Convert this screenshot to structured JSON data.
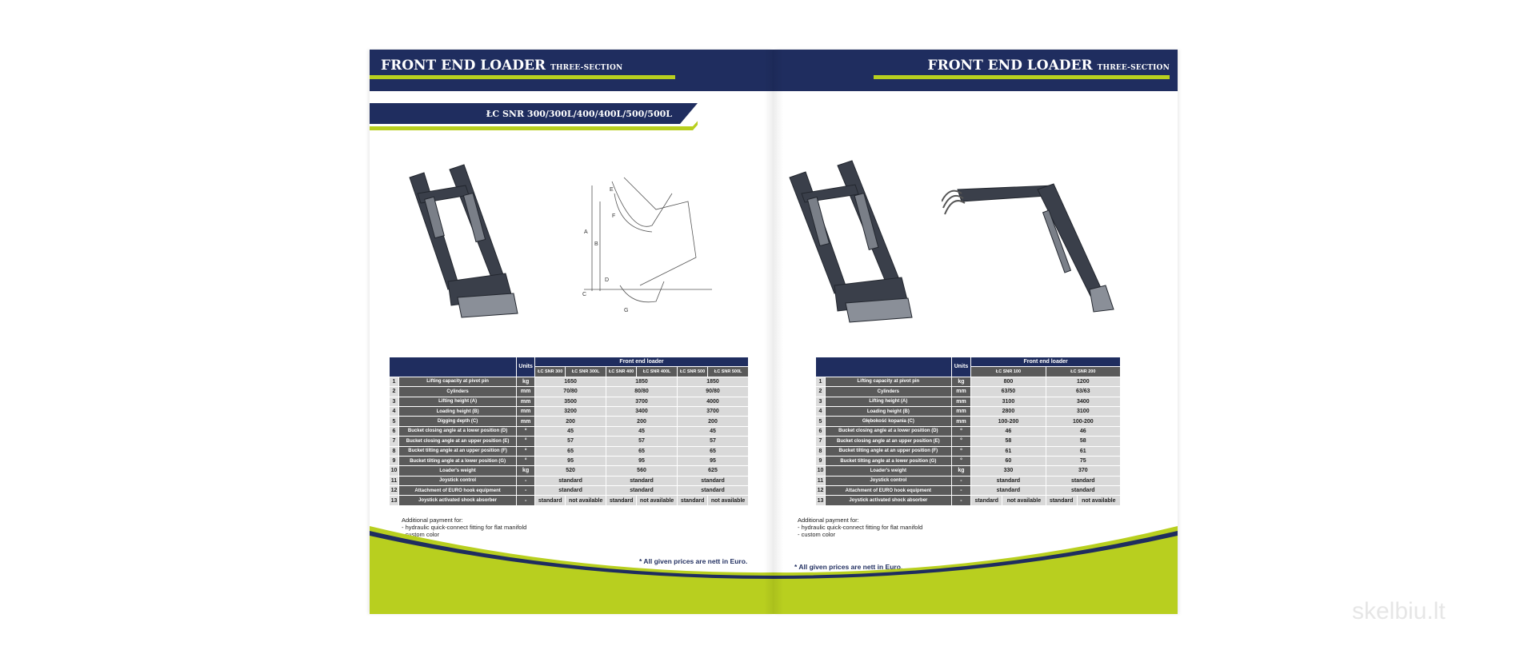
{
  "brochure": {
    "title": "FRONT END LOADER",
    "subtitle": "THREE-SECTION",
    "model_label": "ŁC SNR 300/300L/400/400L/500/500L",
    "dimension_letters": [
      "A",
      "B",
      "C",
      "D",
      "E",
      "F",
      "G"
    ],
    "colors": {
      "navy": "#1f2d5f",
      "lime": "#b8cf1f",
      "gray": "#5a5a5a"
    },
    "watermark": "skelbiu.lt"
  },
  "left_table": {
    "units_header": "Units",
    "group_header": "Front end loader",
    "models": [
      "ŁC SNR 300",
      "ŁC SNR 300L",
      "ŁC SNR 400",
      "ŁC SNR 400L",
      "ŁC SNR 500",
      "ŁC SNR 500L"
    ],
    "rows": [
      {
        "n": "1",
        "param": "Lifting capacity at pivot pin",
        "unit": "kg",
        "vals": [
          "1650",
          "1850",
          "1850"
        ]
      },
      {
        "n": "2",
        "param": "Cylinders",
        "unit": "mm",
        "vals": [
          "70/80",
          "80/80",
          "90/80"
        ]
      },
      {
        "n": "3",
        "param": "Lifting height (A)",
        "unit": "mm",
        "vals": [
          "3500",
          "3700",
          "4000"
        ]
      },
      {
        "n": "4",
        "param": "Loading height (B)",
        "unit": "mm",
        "vals": [
          "3200",
          "3400",
          "3700"
        ]
      },
      {
        "n": "5",
        "param": "Digging depth (C)",
        "unit": "mm",
        "vals": [
          "200",
          "200",
          "200"
        ]
      },
      {
        "n": "6",
        "param": "Bucket closing angle at a lower position (D)",
        "unit": "°",
        "vals": [
          "45",
          "45",
          "45"
        ]
      },
      {
        "n": "7",
        "param": "Bucket closing angle at an upper position (E)",
        "unit": "°",
        "vals": [
          "57",
          "57",
          "57"
        ]
      },
      {
        "n": "8",
        "param": "Bucket tilting angle at an upper position (F)",
        "unit": "°",
        "vals": [
          "65",
          "65",
          "65"
        ]
      },
      {
        "n": "9",
        "param": "Bucket tilting angle at a lower position (G)",
        "unit": "°",
        "vals": [
          "95",
          "95",
          "95"
        ]
      },
      {
        "n": "10",
        "param": "Loader's weight",
        "unit": "kg",
        "vals": [
          "520",
          "560",
          "625"
        ]
      },
      {
        "n": "11",
        "param": "Joystick control",
        "unit": "-",
        "vals": [
          "standard",
          "standard",
          "standard"
        ]
      },
      {
        "n": "12",
        "param": "Attachment of EURO hook equipment",
        "unit": "-",
        "vals": [
          "standard",
          "standard",
          "standard"
        ]
      },
      {
        "n": "13",
        "param": "Joystick activated shock absorber",
        "unit": "-",
        "vals6": [
          "standard",
          "not available",
          "standard",
          "not available",
          "standard",
          "not available"
        ]
      }
    ]
  },
  "right_table": {
    "units_header": "Units",
    "group_header": "Front end loader",
    "models": [
      "ŁC SNR 100",
      "ŁC SNR 200"
    ],
    "rows": [
      {
        "n": "1",
        "param": "Lifting capacity at pivot pin",
        "unit": "kg",
        "vals": [
          "800",
          "1200"
        ]
      },
      {
        "n": "2",
        "param": "Cylinders",
        "unit": "mm",
        "vals": [
          "63/50",
          "63/63"
        ]
      },
      {
        "n": "3",
        "param": "Lifting height (A)",
        "unit": "mm",
        "vals": [
          "3100",
          "3400"
        ]
      },
      {
        "n": "4",
        "param": "Loading height (B)",
        "unit": "mm",
        "vals": [
          "2800",
          "3100"
        ]
      },
      {
        "n": "5",
        "param": "Głębokość kopania (C)",
        "unit": "mm",
        "vals": [
          "100-200",
          "100-200"
        ]
      },
      {
        "n": "6",
        "param": "Bucket closing angle at a lower position (D)",
        "unit": "°",
        "vals": [
          "46",
          "46"
        ]
      },
      {
        "n": "7",
        "param": "Bucket closing angle at an upper position (E)",
        "unit": "°",
        "vals": [
          "58",
          "58"
        ]
      },
      {
        "n": "8",
        "param": "Bucket tilting angle at an upper position (F)",
        "unit": "°",
        "vals": [
          "61",
          "61"
        ]
      },
      {
        "n": "9",
        "param": "Bucket tilting angle at a lower position (G)",
        "unit": "°",
        "vals": [
          "60",
          "75"
        ]
      },
      {
        "n": "10",
        "param": "Loader's weight",
        "unit": "kg",
        "vals": [
          "330",
          "370"
        ]
      },
      {
        "n": "11",
        "param": "Joystick control",
        "unit": "-",
        "vals": [
          "standard",
          "standard"
        ]
      },
      {
        "n": "12",
        "param": "Attachment of EURO hook equipment",
        "unit": "-",
        "vals": [
          "standard",
          "standard"
        ]
      },
      {
        "n": "13",
        "param": "Joystick activated shock absorber",
        "unit": "-",
        "vals4": [
          "standard",
          "not available",
          "standard",
          "not available"
        ]
      }
    ]
  },
  "notes": {
    "heading": "Additional payment for:",
    "lines": [
      "- hydraulic quick-connect fitting for flat manifold",
      "- custom color"
    ],
    "prices": "* All given prices are nett in Euro."
  }
}
